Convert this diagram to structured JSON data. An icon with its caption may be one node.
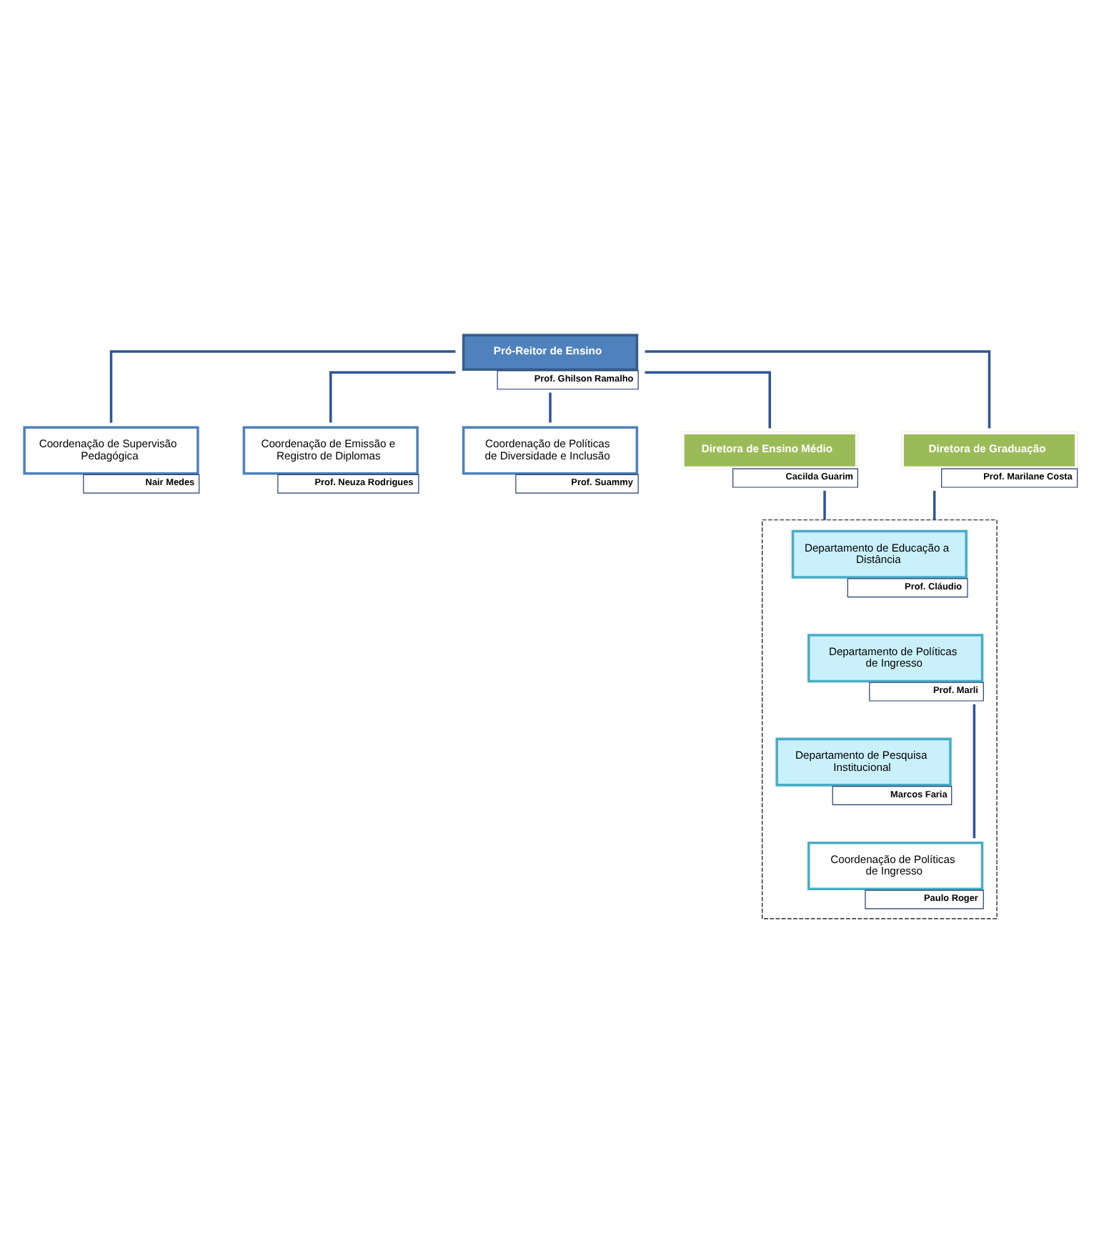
{
  "diagram": {
    "nodes": [
      {
        "text": [
          "Pró-Reitor de Ensino",
          "Prof. Ghilson Ramalho"
        ]
      },
      {
        "text": [
          "Coordenação de Supervisão Pedagógica",
          "Nair Medes"
        ]
      },
      {
        "text": [
          "Coordenação de Emissão e Registro de Diplomas",
          "Prof. Neuza Rodrigues"
        ]
      },
      {
        "text": [
          "Coordenação de Políticas de Diversidade e Inclusão",
          "Prof. Suammy"
        ]
      },
      {
        "text": [
          "Diretora de Ensino Médio",
          "Cacilda Guarim"
        ]
      },
      {
        "text": [
          "Diretora de Graduação",
          "Prof. Marilane Costa"
        ]
      },
      {
        "text": [],
        "shape": "box"
      },
      {
        "text": [
          "Departamento de Educação a Distância",
          "Prof. Cláudio"
        ],
        "in": 6
      },
      {
        "text": [
          "Departamento de Políticas de Ingresso",
          "Prof. Marli"
        ],
        "in": 6
      },
      {
        "text": [
          "Departamento de Pesquisa Institucional",
          "Marcos Faria"
        ],
        "in": 6
      },
      {
        "text": [
          "Coordenação de Políticas de Ingresso",
          "Paulo Roger"
        ],
        "in": 6
      }
    ],
    "edges": [
      {
        "from": 0,
        "to": 1,
        "arrow": "none"
      },
      {
        "from": 0,
        "to": 2,
        "arrow": "none"
      },
      {
        "from": 0,
        "to": 3,
        "arrow": "none"
      },
      {
        "from": 0,
        "to": 4,
        "arrow": "none"
      },
      {
        "from": 0,
        "to": 5,
        "arrow": "none"
      },
      {
        "from": 4,
        "to": 6,
        "arrow": "none"
      },
      {
        "from": 5,
        "to": 6,
        "arrow": "none"
      },
      {
        "from": 8,
        "to": 10,
        "arrow": "none"
      }
    ]
  }
}
